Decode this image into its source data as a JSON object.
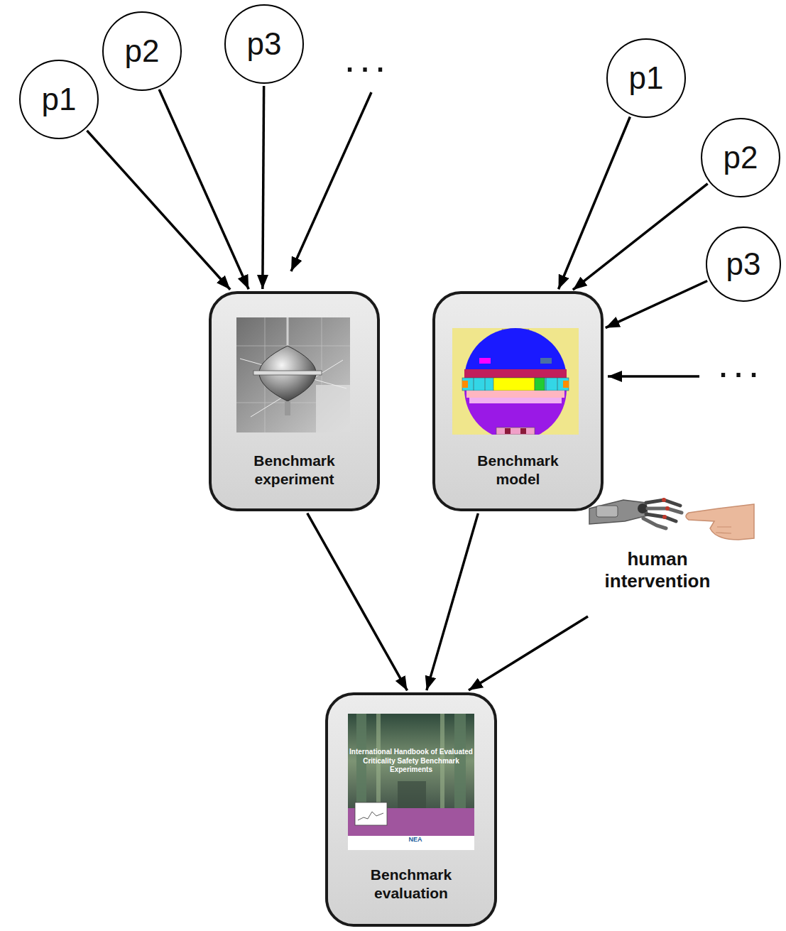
{
  "diagram": {
    "nodes": [
      {
        "text": [
          "p1"
        ]
      },
      {
        "text": [
          "p2"
        ]
      },
      {
        "text": [
          "p3"
        ]
      },
      {
        "text": [
          "Benchmark experiment"
        ]
      },
      {
        "text": [
          "p1"
        ]
      },
      {
        "text": [
          "p2"
        ]
      },
      {
        "text": [
          "p3"
        ]
      },
      {
        "text": [
          "Benchmark model"
        ]
      },
      {
        "text": [
          "Benchmark evaluation"
        ]
      }
    ],
    "edges": [
      {
        "from": 0,
        "to": 3,
        "arrow": "to"
      },
      {
        "from": 1,
        "to": 3,
        "arrow": "to"
      },
      {
        "from": 2,
        "to": 3,
        "arrow": "to"
      },
      {
        "from": 4,
        "to": 7,
        "arrow": "to"
      },
      {
        "from": 5,
        "to": 7,
        "arrow": "to"
      },
      {
        "from": 6,
        "to": 7,
        "arrow": "to"
      },
      {
        "from": 3,
        "to": 8,
        "arrow": "to"
      },
      {
        "from": 7,
        "to": 8,
        "arrow": "to"
      }
    ],
    "labels": [
      "...",
      "...",
      "human intervention",
      "International Handbook of Evaluated Criticality Safety Benchmark Experiments",
      "NEA"
    ]
  }
}
